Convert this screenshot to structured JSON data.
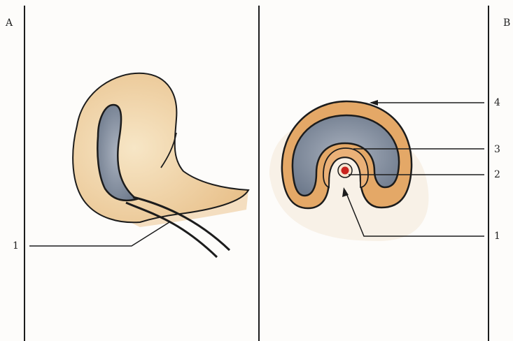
{
  "panels": {
    "a": {
      "letter": "A",
      "labels": [
        "1"
      ]
    },
    "b": {
      "letter": "B",
      "labels": [
        "4",
        "3",
        "2",
        "1"
      ]
    }
  },
  "colors": {
    "paper": "#fdfcfa",
    "tissue_light": "#f3dfbf",
    "tissue_orange": "#e4a867",
    "cavity_gray": "#8e98a8",
    "notochord_red": "#c9231e",
    "ink": "#1c1c1c"
  }
}
